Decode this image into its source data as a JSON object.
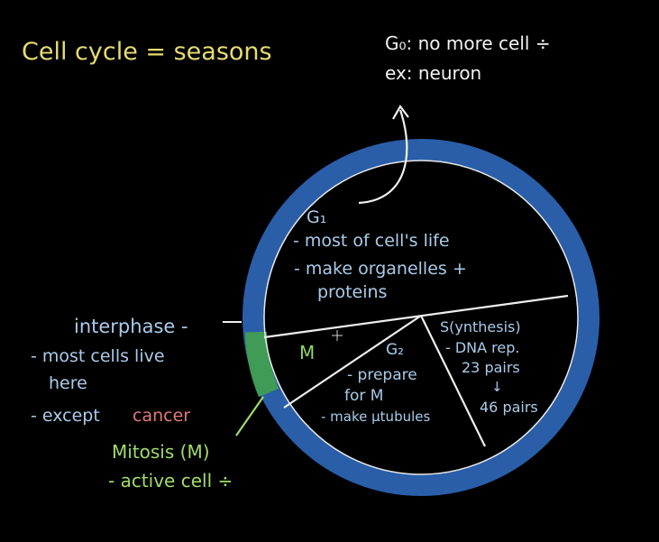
{
  "colors": {
    "background": "#000000",
    "ring_blue": "#2a5ea8",
    "mitosis_green": "#3f9b55",
    "white": "#f2f2f2",
    "yellow": "#e6dc72",
    "lightblue": "#a9cbea",
    "green_text": "#9fdc6b",
    "cancer_red": "#e07a78",
    "m_green": "#8fd66a"
  },
  "title": "Cell cycle = seasons",
  "g0": {
    "line1": "G₀: no more cell ÷",
    "line2": "ex: neuron"
  },
  "g1": {
    "label": "G₁",
    "line1": "- most of cell's life",
    "line2": "- make organelles +",
    "line3": "proteins"
  },
  "s_phase": {
    "line1": "S(ynthesis)",
    "line2": "- DNA rep.",
    "line3": "23 pairs",
    "arrow": "↓",
    "line4": "46 pairs"
  },
  "g2": {
    "label": "G₂",
    "line1": "- prepare",
    "line2": "for M",
    "line3": "- make μtubules"
  },
  "m_label": "M",
  "interphase": {
    "title": "interphase -",
    "line1": "- most cells live",
    "line2": "here",
    "line3_prefix": "- except",
    "line3_highlight": "cancer"
  },
  "mitosis": {
    "line1": "Mitosis (M)",
    "line2": "- active cell ÷"
  }
}
